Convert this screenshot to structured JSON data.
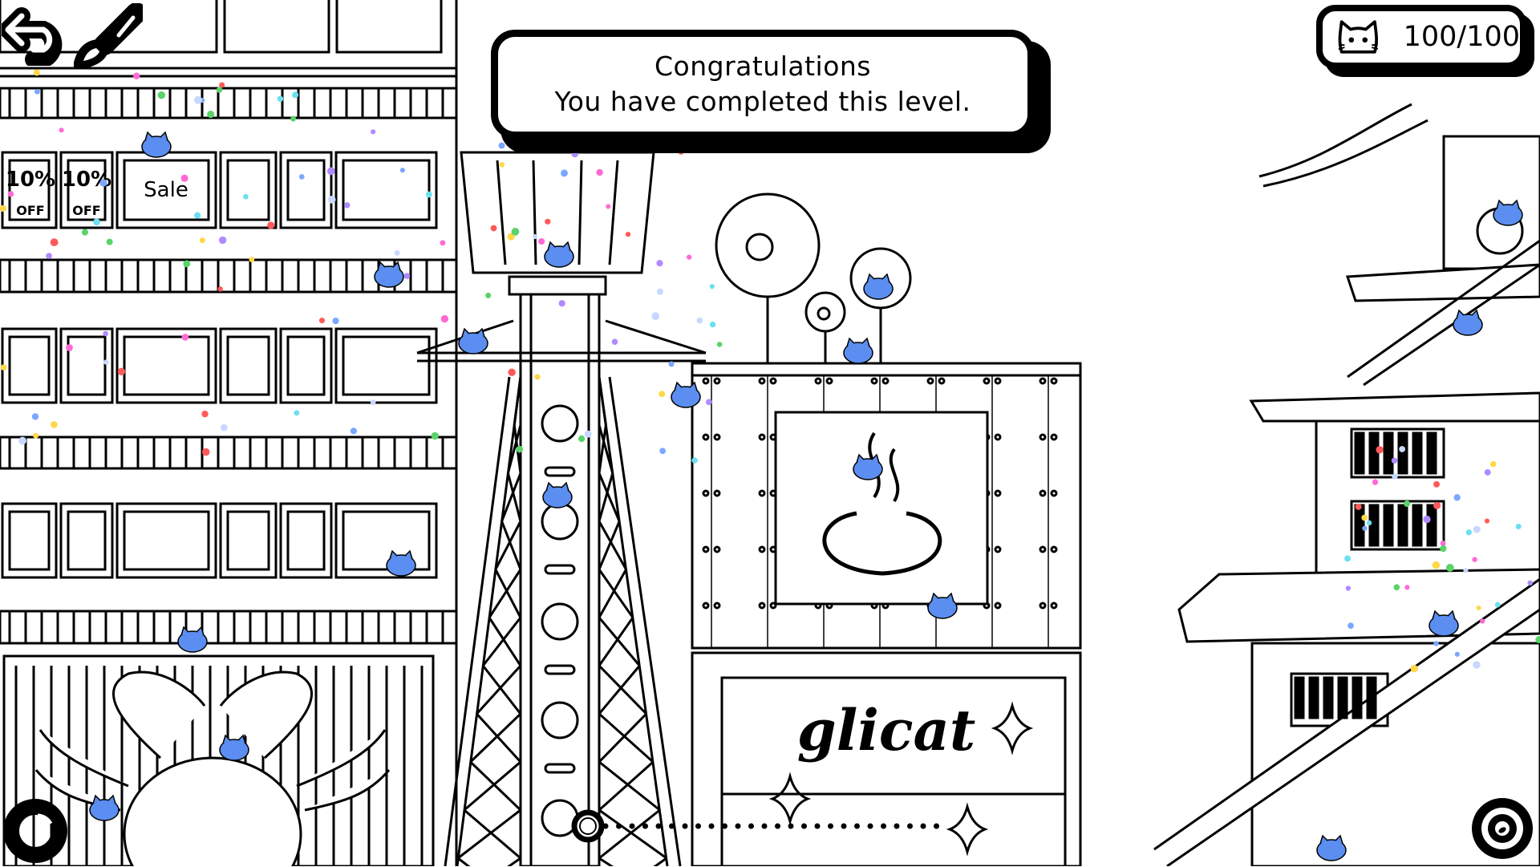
{
  "hud": {
    "back_button": {
      "icon": "undo-arrow-icon"
    },
    "paint_button": {
      "icon": "paintbrush-icon"
    },
    "hint_button": {
      "icon": "compass-ring-icon"
    },
    "settings_button": {
      "icon": "gear-icon"
    },
    "counter": {
      "icon": "cat-face-icon",
      "value": "100/100",
      "found": 100,
      "total": 100
    },
    "zoom_slider": {
      "value": 0
    }
  },
  "banner": {
    "line1": "Congratulations",
    "line2": "You have completed this level."
  },
  "scene": {
    "shop_sign_1_top": "10%",
    "shop_sign_1_bottom": "OFF",
    "shop_sign_2_top": "10%",
    "shop_sign_2_bottom": "OFF",
    "sale_sign": "Sale",
    "store_logo": "glicat"
  },
  "colors": {
    "cat_blue": "#5b8ef0",
    "ink": "#000000",
    "background": "#ffffff"
  }
}
